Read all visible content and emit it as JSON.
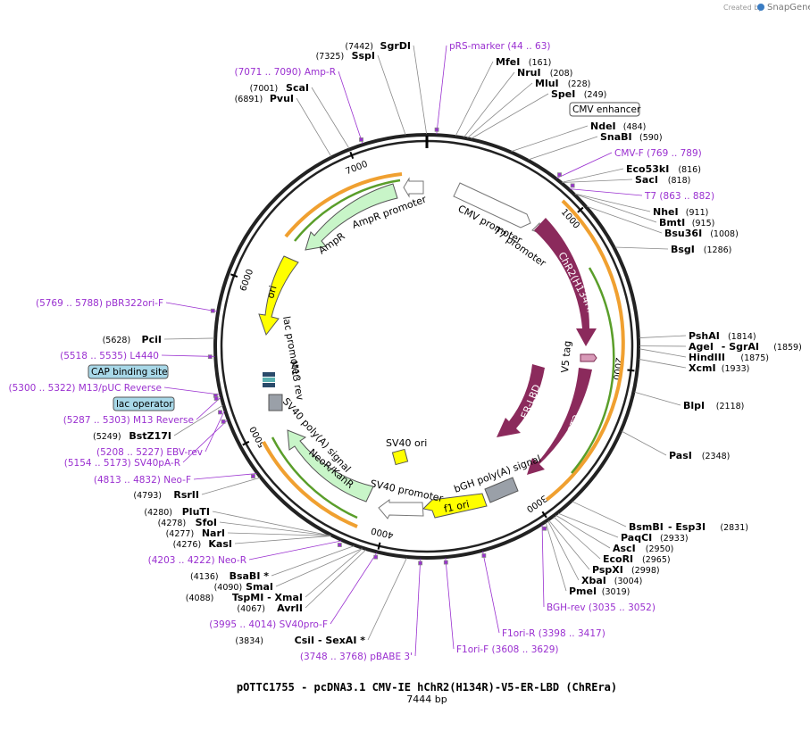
{
  "header": {
    "created_by": "Created by",
    "brand": "SnapGene"
  },
  "footer": {
    "title": "pOTTC1755 - pcDNA3.1 CMV-IE hChR2(H134R)-V5-ER-LBD (ChREra)",
    "size": "7444 bp"
  },
  "backbone": {
    "ticks": [
      "1000",
      "2000",
      "3000",
      "4000",
      "5000",
      "6000",
      "7000"
    ]
  },
  "features": {
    "cmv_promoter": "CMV promoter",
    "t7_promoter": "T7 promoter",
    "chr2": "ChR2(H134R)",
    "v5_tag": "V5 tag",
    "er_lbd": "ER-LBD",
    "ert2": "ERT2",
    "bgh": "bGH poly(A) signal",
    "f1_ori": "f1 ori",
    "sv40_ori": "SV40 ori",
    "sv40_promoter": "SV40 promoter",
    "neor": "NeoR/KanR",
    "sv40_polya": "SV40 poly(A) signal",
    "m13_rev": "M13 rev",
    "lac_promoter": "lac promoter",
    "ori": "ori",
    "ampr": "AmpR",
    "ampr_promoter": "AmpR promoter"
  },
  "boxed": {
    "cmv_enhancer": "CMV enhancer",
    "cap_site": "CAP binding site",
    "lac_operator": "lac operator"
  },
  "right_labels": {
    "prs": {
      "name": "pRS-marker",
      "pos": "(44 .. 63)"
    },
    "mfei": {
      "name": "MfeI",
      "pos": "(161)"
    },
    "nrui": {
      "name": "NruI",
      "pos": "(208)"
    },
    "mlui": {
      "name": "MluI",
      "pos": "(228)"
    },
    "spei": {
      "name": "SpeI",
      "pos": "(249)"
    },
    "ndei": {
      "name": "NdeI",
      "pos": "(484)"
    },
    "snabi": {
      "name": "SnaBI",
      "pos": "(590)"
    },
    "cmvf": {
      "name": "CMV-F",
      "pos": "(769 .. 789)"
    },
    "eco53ki": {
      "name": "Eco53kI",
      "pos": "(816)"
    },
    "saci": {
      "name": "SacI",
      "pos": "(818)"
    },
    "t7": {
      "name": "T7",
      "pos": "(863 .. 882)"
    },
    "nhei": {
      "name": "NheI",
      "pos": "(911)"
    },
    "bmti": {
      "name": "BmtI",
      "pos": "(915)"
    },
    "bsu36i": {
      "name": "Bsu36I",
      "pos": "(1008)"
    },
    "bsgi": {
      "name": "BsgI",
      "pos": "(1286)"
    },
    "pshai": {
      "name": "PshAI",
      "pos": "(1814)"
    },
    "agei": {
      "name": "AgeI",
      "name2": "SgrAI",
      "pos": "(1859)"
    },
    "hindiii": {
      "name": "HindIII",
      "pos": "(1875)"
    },
    "xcmi": {
      "name": "XcmI",
      "pos": "(1933)"
    },
    "blpi": {
      "name": "BlpI",
      "pos": "(2118)"
    },
    "pasi": {
      "name": "PasI",
      "pos": "(2348)"
    },
    "bsmbi": {
      "name": "BsmBI",
      "name2": "Esp3I",
      "pos": "(2831)"
    },
    "paqci": {
      "name": "PaqCI",
      "pos": "(2933)"
    },
    "asci": {
      "name": "AscI",
      "pos": "(2950)"
    },
    "ecori": {
      "name": "EcoRI",
      "pos": "(2965)"
    },
    "pspxi": {
      "name": "PspXI",
      "pos": "(2998)"
    },
    "xbai": {
      "name": "XbaI",
      "pos": "(3004)"
    },
    "pmei": {
      "name": "PmeI",
      "pos": "(3019)"
    },
    "bghrev": {
      "name": "BGH-rev",
      "pos": "(3035 .. 3052)"
    },
    "f1orir": {
      "name": "F1ori-R",
      "pos": "(3398 .. 3417)"
    },
    "f1orif": {
      "name": "F1ori-F",
      "pos": "(3608 .. 3629)"
    }
  },
  "left_labels": {
    "sgrdi": {
      "name": "SgrDI",
      "pos": "(7442)"
    },
    "sspi": {
      "name": "SspI",
      "pos": "(7325)"
    },
    "ampr_primer": {
      "name": "Amp-R",
      "pos": "(7071 .. 7090)"
    },
    "scai": {
      "name": "ScaI",
      "pos": "(7001)"
    },
    "pvui": {
      "name": "PvuI",
      "pos": "(6891)"
    },
    "pbr322": {
      "name": "pBR322ori-F",
      "pos": "(5769 .. 5788)"
    },
    "pcii": {
      "name": "PciI",
      "pos": "(5628)"
    },
    "l4440": {
      "name": "L4440",
      "pos": "(5518 .. 5535)"
    },
    "m13puc": {
      "name": "M13/pUC Reverse",
      "pos": "(5300 .. 5322)"
    },
    "m13rev": {
      "name": "M13 Reverse",
      "pos": "(5287 .. 5303)"
    },
    "bstz17i": {
      "name": "BstZ17I",
      "pos": "(5249)"
    },
    "ebvrev": {
      "name": "EBV-rev",
      "pos": "(5208 .. 5227)"
    },
    "sv40par": {
      "name": "SV40pA-R",
      "pos": "(5154 .. 5173)"
    },
    "neof": {
      "name": "Neo-F",
      "pos": "(4813 .. 4832)"
    },
    "rsrii": {
      "name": "RsrII",
      "pos": "(4793)"
    },
    "pluti": {
      "name": "PluTI",
      "pos": "(4280)"
    },
    "sfoi": {
      "name": "SfoI",
      "pos": "(4278)"
    },
    "nari": {
      "name": "NarI",
      "pos": "(4277)"
    },
    "kasi": {
      "name": "KasI",
      "pos": "(4276)"
    },
    "neor": {
      "name": "Neo-R",
      "pos": "(4203 .. 4222)"
    },
    "bsabi": {
      "name": "BsaBI *",
      "pos": "(4136)"
    },
    "smai": {
      "name": "SmaI",
      "pos": "(4090)"
    },
    "tspmi": {
      "name": "TspMI",
      "name2": "XmaI",
      "pos": "(4088)"
    },
    "avrii": {
      "name": "AvrII",
      "pos": "(4067)"
    },
    "sv40prof": {
      "name": "SV40pro-F",
      "pos": "(3995 .. 4014)"
    },
    "csii": {
      "name": "CsiI",
      "name2": "SexAI *",
      "pos": "(3834)"
    },
    "pbabe": {
      "name": "pBABE 3'",
      "pos": "(3748 .. 3768)"
    }
  },
  "colors": {
    "primer": "#9a30d0",
    "chr2": "#8b2a5c",
    "ori": "#ffff00",
    "ampr": "#c8f5c8",
    "backbone": "#222222"
  }
}
